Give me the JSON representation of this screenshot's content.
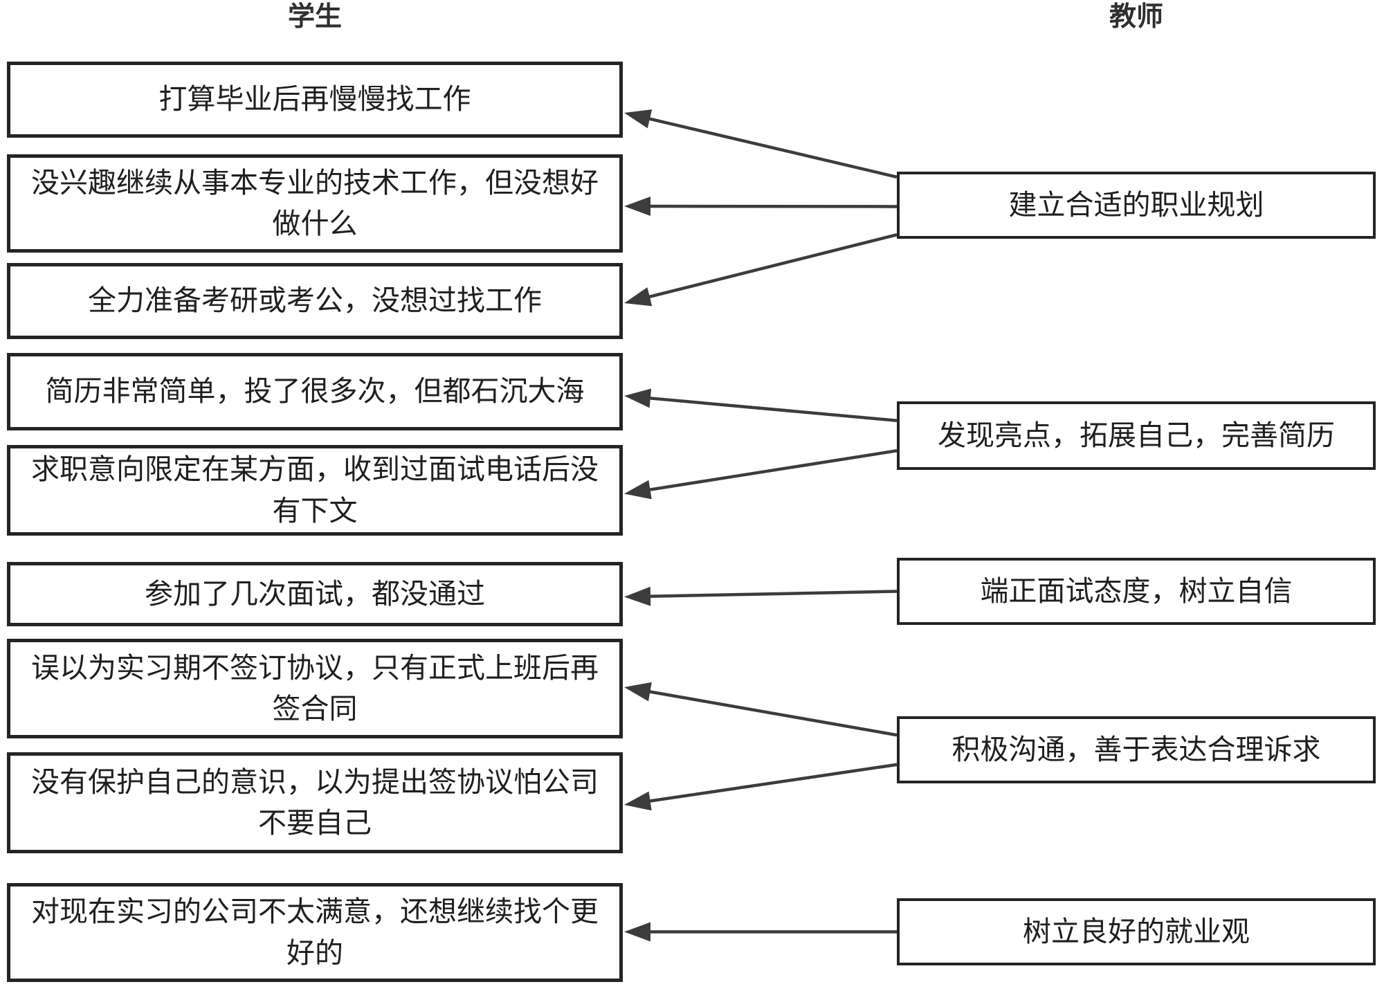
{
  "headers": {
    "student": "学生",
    "teacher": "教师"
  },
  "student_boxes": [
    {
      "id": "s1",
      "text": "打算毕业后再慢慢找工作"
    },
    {
      "id": "s2",
      "text": "没兴趣继续从事本专业的技术工作，但没想好做什么"
    },
    {
      "id": "s3",
      "text": "全力准备考研或考公，没想过找工作"
    },
    {
      "id": "s4",
      "text": "简历非常简单，投了很多次，但都石沉大海"
    },
    {
      "id": "s5",
      "text": "求职意向限定在某方面，收到过面试电话后没有下文"
    },
    {
      "id": "s6",
      "text": "参加了几次面试，都没通过"
    },
    {
      "id": "s7",
      "text": "误以为实习期不签订协议，只有正式上班后再签合同"
    },
    {
      "id": "s8",
      "text": "没有保护自己的意识，以为提出签协议怕公司不要自己"
    },
    {
      "id": "s9",
      "text": "对现在实习的公司不太满意，还想继续找个更好的"
    }
  ],
  "teacher_boxes": [
    {
      "id": "t1",
      "text": "建立合适的职业规划",
      "targets": [
        "s1",
        "s2",
        "s3"
      ]
    },
    {
      "id": "t2",
      "text": "发现亮点，拓展自己，完善简历",
      "targets": [
        "s4",
        "s5"
      ]
    },
    {
      "id": "t3",
      "text": "端正面试态度，树立自信",
      "targets": [
        "s6"
      ]
    },
    {
      "id": "t4",
      "text": "积极沟通，善于表达合理诉求",
      "targets": [
        "s7",
        "s8"
      ]
    },
    {
      "id": "t5",
      "text": "树立良好的就业观",
      "targets": [
        "s9"
      ]
    }
  ],
  "colors": {
    "background": "#ffffff",
    "box_fill": "#ffffff",
    "box_border": "#242424",
    "arrow": "#3c3c3c",
    "text": "#1f1f1f"
  }
}
